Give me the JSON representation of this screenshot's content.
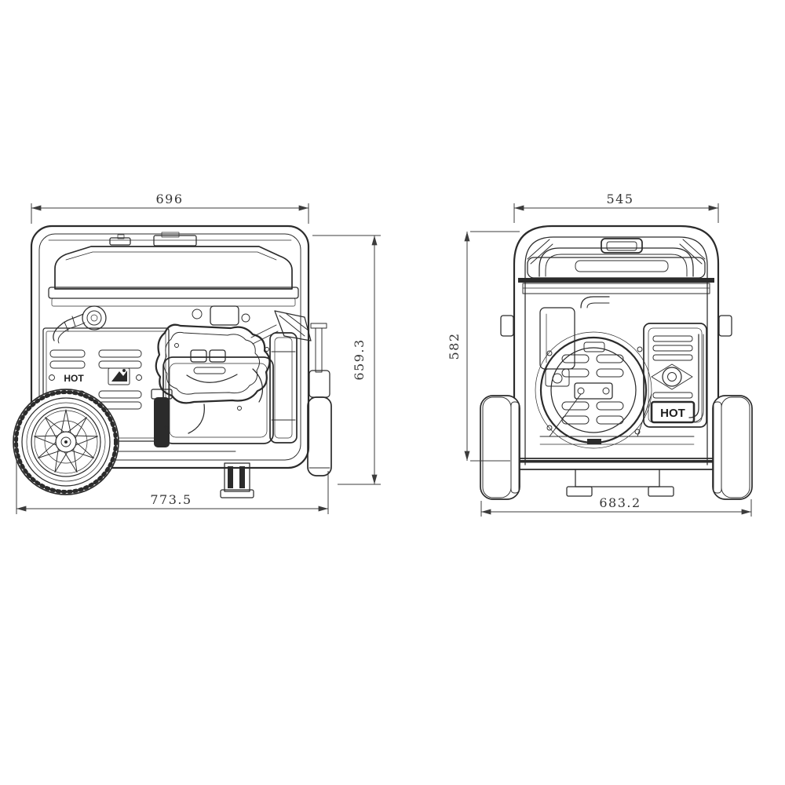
{
  "page": {
    "background": "#ffffff",
    "line_color": "#2b2b2b",
    "dim_color": "#3c3c3c",
    "description": "Technical dimension drawing of a portable frame generator, side view and rear view"
  },
  "side_view": {
    "dimensions": {
      "top_width": "696",
      "overall_height": "659.3",
      "overall_length": "773.5"
    },
    "stickers": {
      "hot": "HOT"
    }
  },
  "rear_view": {
    "dimensions": {
      "top_width": "545",
      "frame_height": "582",
      "overall_width": "683.2"
    },
    "stickers": {
      "hot": "HOT"
    }
  }
}
